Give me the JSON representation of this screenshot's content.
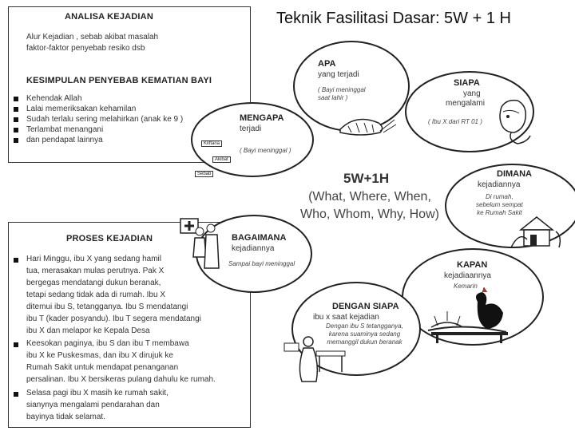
{
  "title": "Teknik Fasilitasi Dasar: 5W + 1 H",
  "analisa": {
    "heading": "ANALISA KEJADIAN",
    "text_line1": "Alur Kejadian , sebab akibat masalah",
    "text_line2": "faktor-faktor penyebab resiko dsb",
    "subheading": "KESIMPULAN PENYEBAB KEMATIAN BAYI",
    "items": [
      "Kehendak Allah",
      "Lalai memeriksakan kehamilan",
      "Sudah terlalu sering melahirkan (anak ke 9 )",
      "Terlambat menangani",
      "dan pendapat lainnya"
    ]
  },
  "proses": {
    "heading": "PROSES KEJADIAN",
    "paragraphs": [
      [
        "Hari Minggu, ibu X yang sedang hamil",
        "tua, merasakan mulas perutnya. Pak X",
        "bergegas mendatangi dukun beranak,",
        "tetapi sedang tidak ada di rumah. Ibu X",
        "ditemui ibu S, tetangganya. Ibu S mendatangi",
        "ibu T (kader posyandu). Ibu T segera mendatangi",
        "ibu X dan melapor ke Kepala Desa"
      ],
      [
        "Keesokan paginya, ibu S dan ibu T membawa",
        "ibu X ke Puskesmas, dan ibu X dirujuk ke",
        "Rumah Sakit untuk mendapat penanganan",
        "persalinan. Ibu X bersikeras pulang dahulu ke rumah."
      ],
      [
        "Selasa pagi ibu X masih ke rumah sakit,",
        "sianynya mengalami pendarahan dan",
        "bayinya tidak selamat."
      ]
    ]
  },
  "hub": {
    "title": "5W+1H",
    "line1": "(What, Where, When,",
    "line2": "Who, Whom, Why, How)"
  },
  "nodes": {
    "apa": {
      "q": "APA",
      "s": "yang terjadi",
      "a1": "( Bayi meninggal",
      "a2": "saat lahir )"
    },
    "siapa": {
      "q": "SIAPA",
      "s1": "yang",
      "s2": "mengalami",
      "a": "( Ibu X dari RT 01 )"
    },
    "mengapa": {
      "q": "MENGAPA",
      "s": "terjadi",
      "a": "( Bayi meninggal )"
    },
    "dimana": {
      "q": "DIMANA",
      "s": "kejadiannya",
      "a1": "Di rumah,",
      "a2": "sebelum sempat",
      "a3": "ke Rumah Sakit"
    },
    "bagaimana": {
      "q": "BAGAIMANA",
      "s": "kejadiannya",
      "a": "Sampai bayi meninggal"
    },
    "kapan": {
      "q": "KAPAN",
      "s": "kejadiaannya",
      "a": "Kemarin"
    },
    "dengan_siapa": {
      "q": "DENGAN SIAPA",
      "s": "ibu x saat kejadian",
      "a1": "Dengan ibu S tetangganya,",
      "a2": "karena suaminya sedang",
      "a3": "memanggil dukun beranak"
    }
  },
  "tags": [
    "Kliftana",
    "Akibat",
    "Sebab"
  ]
}
